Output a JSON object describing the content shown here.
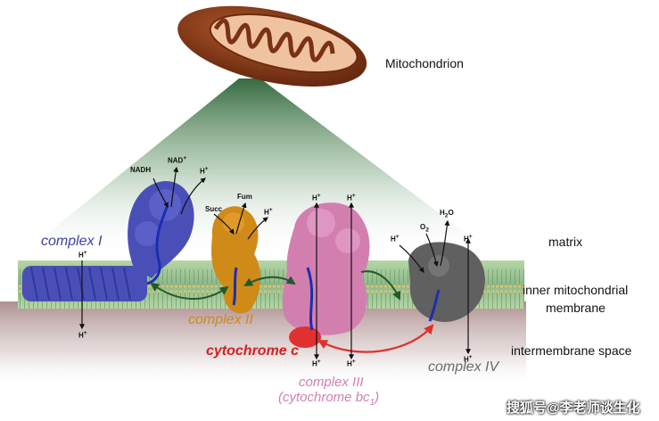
{
  "organelle_label": "Mitochondrion",
  "region_labels": {
    "matrix": "matrix",
    "membrane_line1": "inner mitochondrial",
    "membrane_line2": "membrane",
    "intermembrane": "intermembrane space"
  },
  "complex_labels": {
    "complex_1": "complex I",
    "complex_2": "complex II",
    "cytochrome_c": "cytochrome c",
    "complex_3": "complex III",
    "complex_3_alt": "(cytochrome bc",
    "complex_3_sub": "1",
    "complex_3_close": ")",
    "complex_4": "complex IV"
  },
  "molecule_labels": {
    "nadh": "NADH",
    "nad": "NAD",
    "nad_sup": "+",
    "succ": "Succ",
    "fum": "Fum",
    "o2": "O",
    "o2_sub": "2",
    "h2o_pre": "H",
    "h2o_sub": "2",
    "h2o_post": "O",
    "h": "H",
    "h_sup": "+"
  },
  "colors": {
    "complex_1": "#4a4fb8",
    "complex_2": "#d08a18",
    "complex_3": "#d27fb0",
    "complex_4": "#606060",
    "cytochrome_c": "#e03030",
    "electron_path": "#1a2fb0",
    "membrane": "#9fc79a",
    "arrow_green": "#1f5a2a",
    "arrow_red": "#e03030",
    "mito_outer": "#7a3212",
    "intermembrane_band": "#a98a8a"
  },
  "watermark": "搜狐号@李老师谈生化"
}
